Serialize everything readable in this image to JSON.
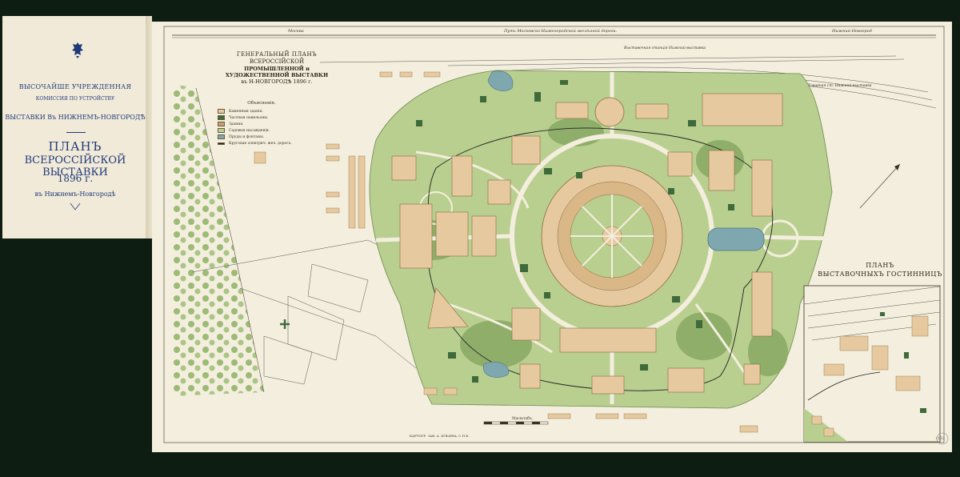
{
  "cover": {
    "line1": "ВЫСОЧАЙШЕ УЧРЕЖДЕННАЯ",
    "line2": "КОМИССИЯ ПО УСТРОЙСТВУ",
    "line3": "ВЫСТАВКИ Въ НИЖНЕМЪ-НОВГОРОДѢ",
    "line4": "ПЛАНЪ",
    "line5": "ВСЕРОССIЙСКОЙ ВЫСТАВКИ",
    "line6": "1896 г.",
    "line7": "въ Нижнемъ-Новгородѣ"
  },
  "map": {
    "title1": "ГЕНЕРАЛЬНЫЙ ПЛАНЪ",
    "title2": "ВСЕРОССIЙСКОЙ",
    "title3": "ПРОМЫШЛЕННОЙ и ХУДОЖЕСТВЕННОЙ ВЫСТАВКИ",
    "title4": "въ Н-НОВГОРОДѢ 1896 г.",
    "legend_heading": "Объясненiя.",
    "legend": [
      {
        "label": "Каменныя зданiя.",
        "color": "#e7c9a0"
      },
      {
        "label": "Частныя павильоны.",
        "color": "#3f6b3a"
      },
      {
        "label": "Здания.",
        "color": "#c6a06e"
      },
      {
        "label": "Садовыя насажденiя.",
        "color": "#b9cf8f"
      },
      {
        "label": "Пруды и фонтаны.",
        "color": "#7fa7b0"
      },
      {
        "label": "Круговая электрич. жел. дорога.",
        "color": "#222222"
      }
    ],
    "road_label": "Путь Московско-Нижегородской желѣзной дороги.",
    "moskva_label": "Москва",
    "nizhny_label": "Нижний-Новгород",
    "station_label": "Выставочная станцiя Нижний-выставка",
    "depot_label": "Товарная ст. Нижний-выставка",
    "scale_label": "Масштабъ.",
    "printer_label": "КАРТОГР. ЗАВ. А. ИЛЬИНА. С.П.Б.",
    "hotel_title1": "ПЛАНЪ",
    "hotel_title2": "ВЫСТАВОЧНЫХЪ ГОСТИННИЦЪ",
    "folio": "(13)"
  },
  "colors": {
    "paper": "#f3eedd",
    "cover": "#f1ead8",
    "garden": "#b9cf8f",
    "garden_dark": "#8fae6a",
    "building": "#e7c9a0",
    "building_dark": "#c6a06e",
    "private_pavilion": "#3f6b3a",
    "water": "#7fa7b0",
    "path": "#f3eedd",
    "background": "#0e1d12",
    "ink_blue": "#1f3a7a"
  }
}
